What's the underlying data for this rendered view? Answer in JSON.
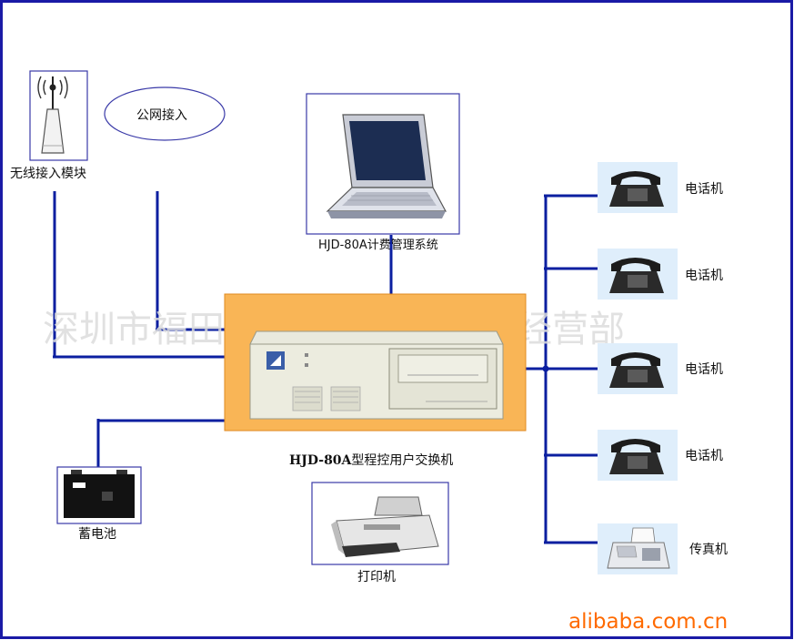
{
  "nodes": {
    "wireless_module": "无线接入模块",
    "public_network": "公网接入",
    "billing_system": "HJD-80A计费管理系统",
    "switch_model": "HJD-80A",
    "switch_name": "型程控用户交换机",
    "battery": "蓄电池",
    "printer": "打印机",
    "phones": [
      "电话机",
      "电话机",
      "电话机",
      "电话机"
    ],
    "fax": "传真机"
  },
  "watermark": "深圳市福田区港华通电子产品经营部",
  "branding": "alibaba.com.cn",
  "colors": {
    "border": "#1a1aa6",
    "wire": "#0b1fa0",
    "switch_frame": "#f9b556",
    "brand": "#ff6a00"
  }
}
